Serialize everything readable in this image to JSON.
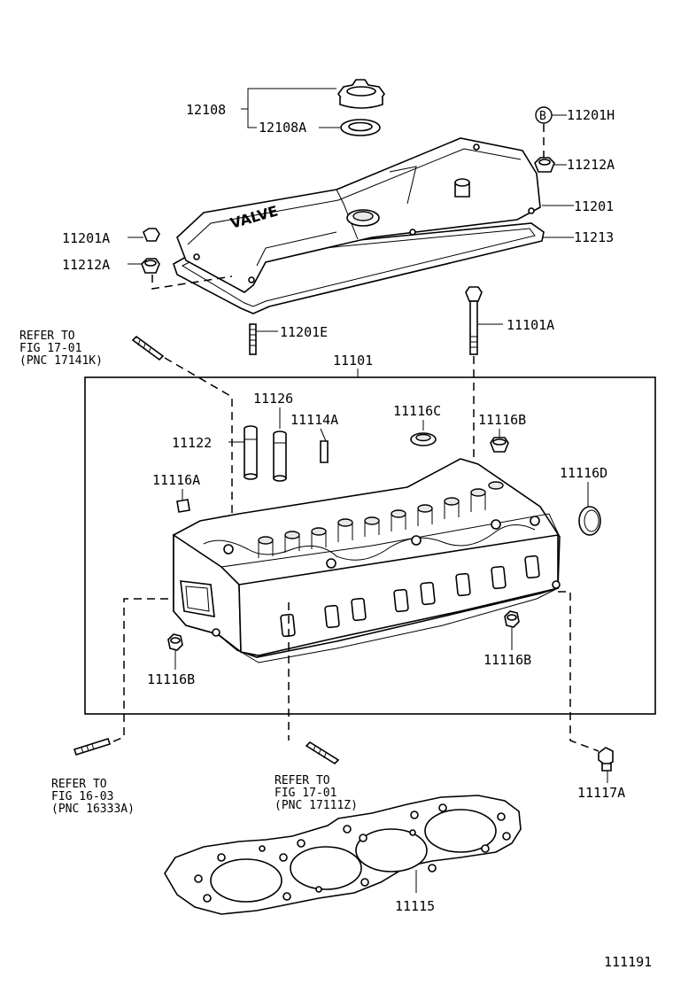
{
  "labels": {
    "p12108": "12108",
    "p12108A": "12108A",
    "p11201H": "11201H",
    "p11201H_marker": "B",
    "p11212A_top": "11212A",
    "p11201": "11201",
    "p11213": "11213",
    "p11201A": "11201A",
    "p11212A_left": "11212A",
    "p11201E": "11201E",
    "p11101A": "11101A",
    "p11101": "11101",
    "p11126": "11126",
    "p11114A": "11114A",
    "p11116C": "11116C",
    "p11116B_top": "11116B",
    "p11122": "11122",
    "p11116A": "11116A",
    "p11116D": "11116D",
    "p11116B_right": "11116B",
    "p11116B_left": "11116B",
    "p11117A": "11117A",
    "p11115": "11115",
    "diagram_id": "111191"
  },
  "references": {
    "ref_top_left": [
      "REFER TO",
      "FIG 17-01",
      "(PNC 17141K)"
    ],
    "ref_bottom_left": [
      "REFER TO",
      "FIG 16-03",
      "(PNC 16333A)"
    ],
    "ref_bottom_mid": [
      "REFER TO",
      "FIG 17-01",
      "(PNC 17111Z)"
    ]
  },
  "cover_lettering": "VALVE"
}
